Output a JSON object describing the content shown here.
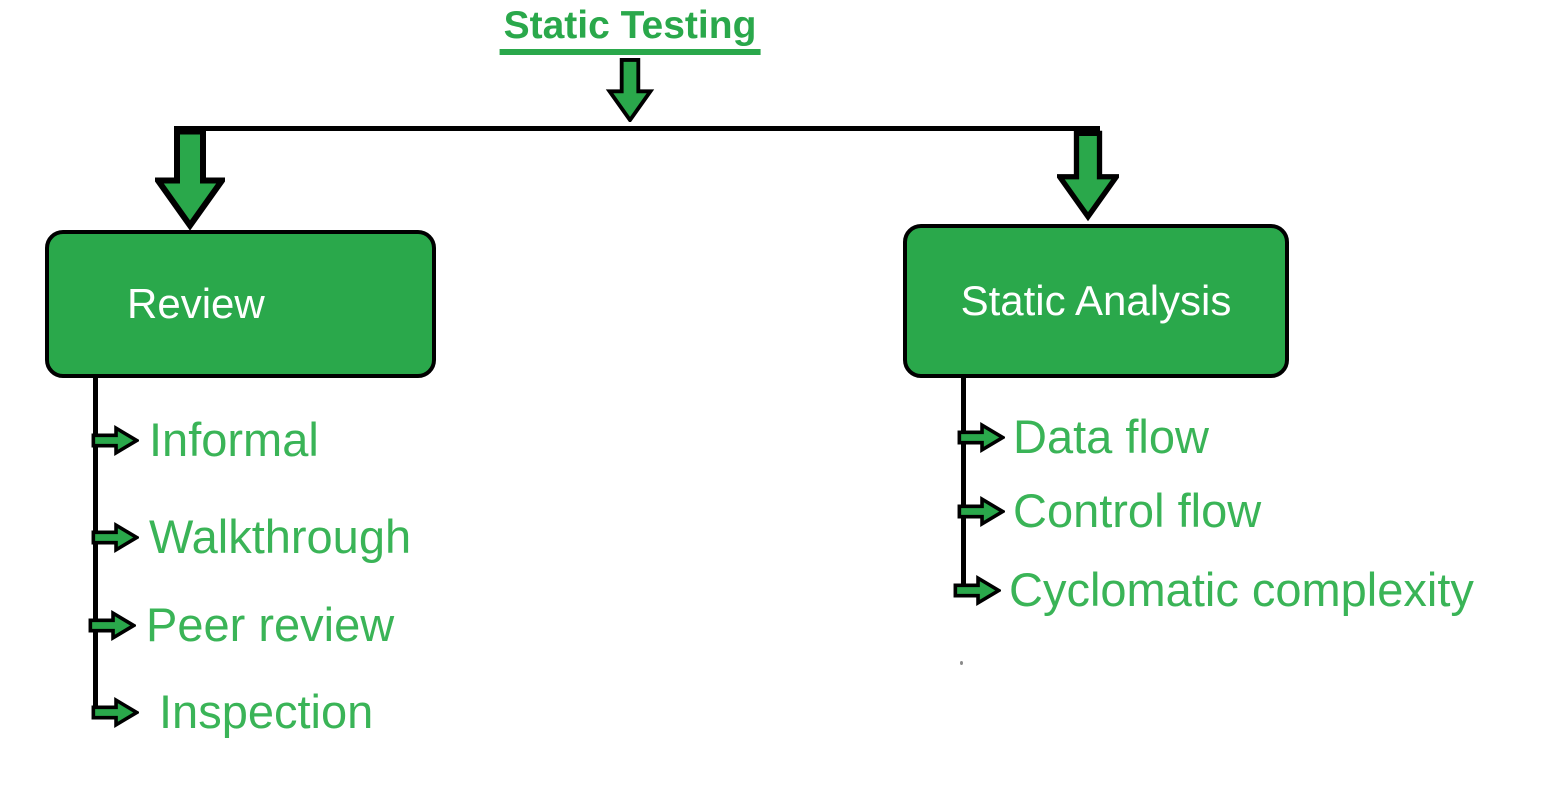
{
  "diagram": {
    "title": "Static Testing"
  },
  "branches": [
    {
      "label": "Review",
      "items": [
        "Informal",
        "Walkthrough",
        "Peer review",
        "Inspection"
      ]
    },
    {
      "label": "Static Analysis",
      "items": [
        "Data flow",
        "Control flow",
        "Cyclomatic complexity"
      ]
    }
  ],
  "colors": {
    "green": "#2aa84b",
    "text-green": "#3ab457",
    "outline": "#000000",
    "box-text": "#ffffff",
    "bg": "#ffffff"
  },
  "icons": {
    "down-arrow-icon": "block arrow pointing down (green fill, black outline)",
    "right-arrow-icon": "block arrow pointing right (green fill, black outline)"
  }
}
